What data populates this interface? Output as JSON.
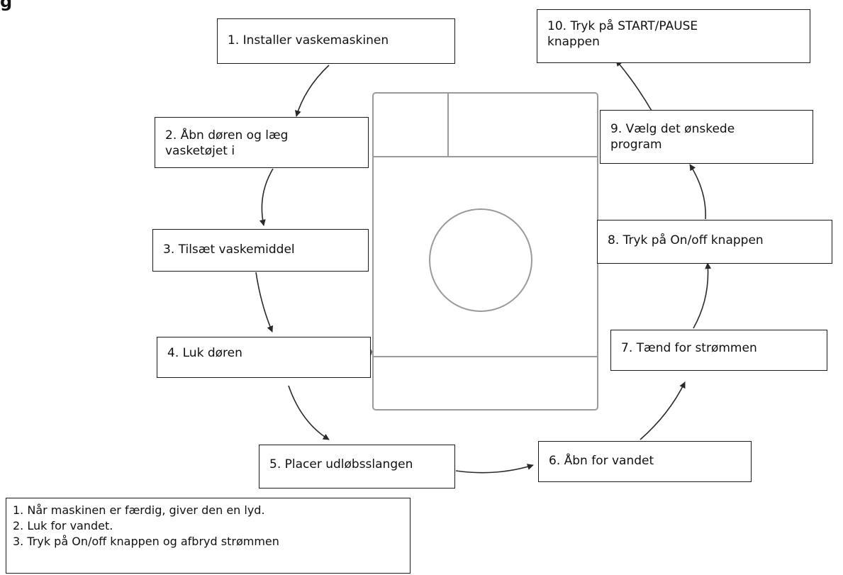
{
  "heading": "g",
  "steps": [
    "1. Installer vaskemaskinen",
    "2. Åbn døren og læg\nvasketøjet i",
    "3. Tilsæt vaskemiddel",
    "4. Luk døren",
    "5. Placer udløbsslangen",
    "6. Åbn for vandet",
    "7. Tænd for strømmen",
    "8. Tryk på On/off knappen",
    "9. Vælg det ønskede\nprogram",
    "10. Tryk på START/PAUSE\nknappen"
  ],
  "notes": [
    "1. Når maskinen er færdig, giver den en lyd.",
    "2. Luk for vandet.",
    "3. Tryk på On/off knappen og afbryd strømmen"
  ]
}
